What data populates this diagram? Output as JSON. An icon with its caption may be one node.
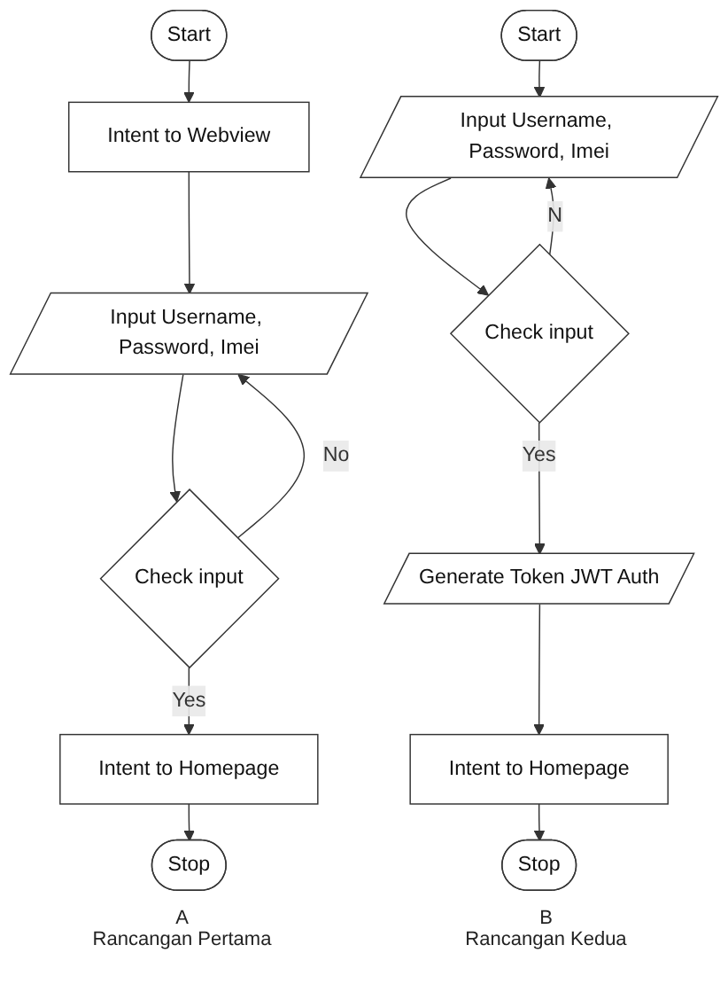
{
  "diagram": {
    "nodes": [
      {
        "text": [
          "Start"
        ]
      },
      {
        "text": [
          "Intent to Webview"
        ]
      },
      {
        "text": [
          "Input Username, Password, Imei"
        ]
      },
      {
        "text": [
          "Check input"
        ]
      },
      {
        "text": [
          "Intent to Homepage"
        ]
      },
      {
        "text": [
          "Stop"
        ]
      },
      {
        "text": [
          "Start"
        ]
      },
      {
        "text": [
          "Input Username, Password, Imei"
        ]
      },
      {
        "text": [
          "Check input"
        ]
      },
      {
        "text": [
          "Generate Token JWT Auth"
        ]
      },
      {
        "text": [
          "Intent to Homepage"
        ]
      },
      {
        "text": [
          "Stop"
        ]
      }
    ],
    "edges": [
      {
        "from": 0,
        "to": 1,
        "arrow": "to"
      },
      {
        "from": 1,
        "to": 2,
        "arrow": "to"
      },
      {
        "from": 2,
        "to": 3,
        "arrow": "to"
      },
      {
        "from": 3,
        "to": 2,
        "label": "No",
        "arrow": "to"
      },
      {
        "from": 3,
        "to": 4,
        "label": "Yes",
        "arrow": "to"
      },
      {
        "from": 4,
        "to": 5,
        "arrow": "to"
      },
      {
        "from": 6,
        "to": 7,
        "arrow": "to"
      },
      {
        "from": 7,
        "to": 8,
        "arrow": "to"
      },
      {
        "from": 8,
        "to": 7,
        "label": "N",
        "arrow": "to"
      },
      {
        "from": 8,
        "to": 9,
        "label": "Yes",
        "arrow": "to"
      },
      {
        "from": 9,
        "to": 10,
        "arrow": "to"
      },
      {
        "from": 10,
        "to": 11,
        "arrow": "to"
      }
    ],
    "labels": [
      "A",
      "Rancangan Pertama",
      "B",
      "Rancangan Kedua"
    ]
  }
}
